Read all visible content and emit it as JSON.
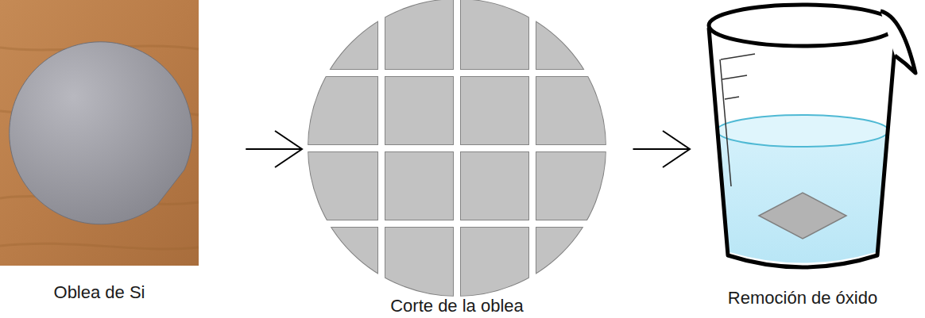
{
  "diagram": {
    "nodes": [
      {
        "text": [
          "Oblea de Si"
        ]
      },
      {
        "text": [
          "Corte de la oblea"
        ]
      },
      {
        "text": [
          "Remoción de óxido"
        ]
      }
    ],
    "edges": [
      {
        "from": 0,
        "to": 1,
        "arrow": "to"
      },
      {
        "from": 1,
        "to": 2,
        "arrow": "to"
      }
    ]
  }
}
